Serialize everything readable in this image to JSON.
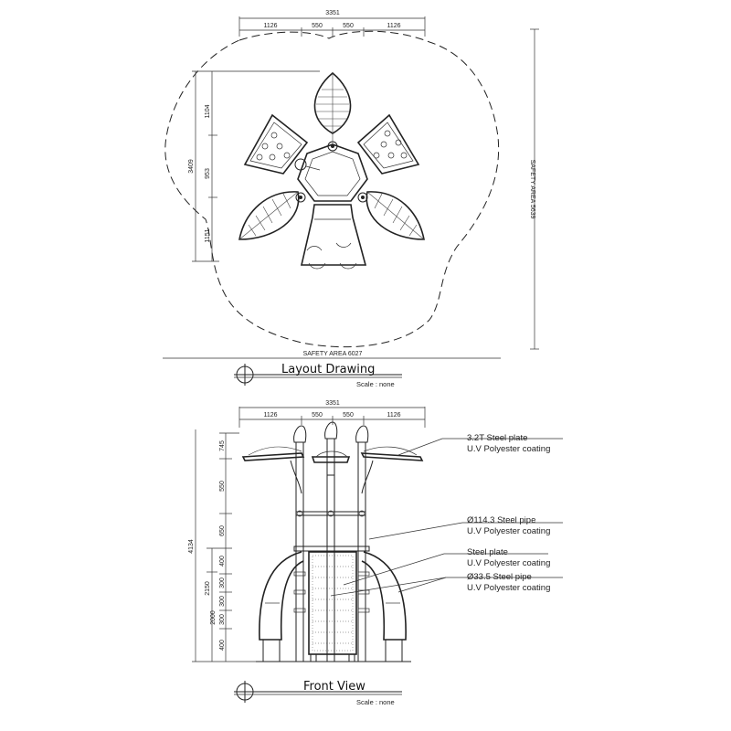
{
  "layout_view": {
    "overall_width": "3351",
    "segments": [
      "1126",
      "550",
      "550",
      "1126"
    ],
    "left_dims": [
      "3409",
      "1104",
      "953",
      "1151"
    ],
    "safety_area_bottom": "SAFETY AREA 6027",
    "safety_area_right": "SAFETY AREA 5639",
    "title": "Layout Drawing",
    "scale": "Scale : none"
  },
  "front_view": {
    "overall_width": "3351",
    "segments": [
      "1126",
      "550",
      "550",
      "1126"
    ],
    "height_total": "4134",
    "left_dims_outer": [
      "2150",
      "2000"
    ],
    "left_dims_inner": [
      "745",
      "550",
      "650",
      "400",
      "300",
      "300",
      "300",
      "400"
    ],
    "title": "Front View",
    "scale": "Scale : none"
  },
  "annotations": [
    {
      "line1": "3.2T Steel plate",
      "line2": "U.V Polyester coating"
    },
    {
      "line1": "Ø114.3 Steel pipe",
      "line2": "U.V Polyester coating"
    },
    {
      "line1": "Steel plate",
      "line2": "U.V Polyester coating"
    },
    {
      "line1": "Ø33.5 Steel pipe",
      "line2": "U.V Polyester coating"
    }
  ]
}
